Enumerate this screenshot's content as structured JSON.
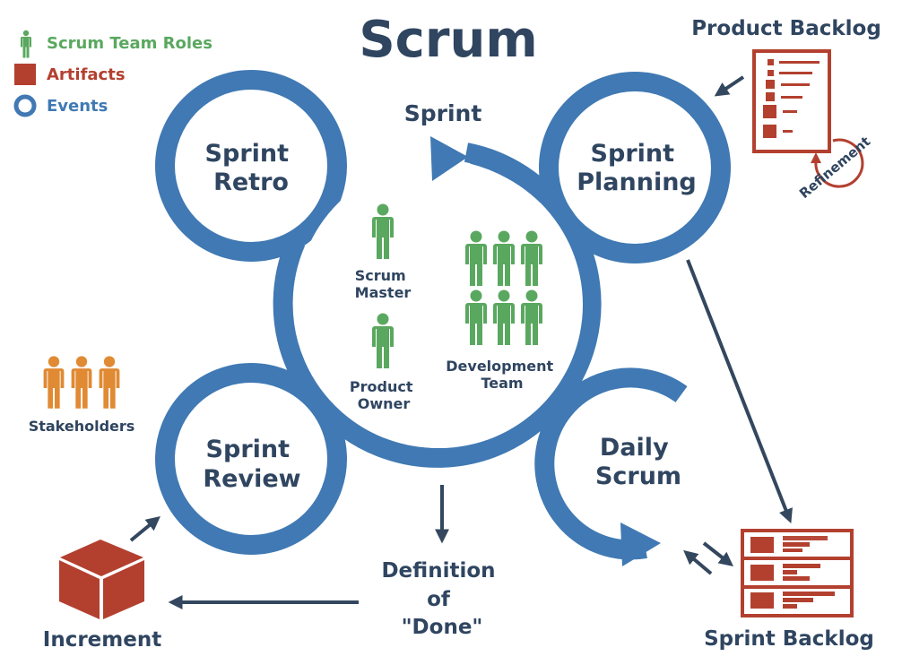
{
  "title": "Scrum",
  "colors": {
    "event": "#4079b3",
    "role": "#5aa85f",
    "artifact": "#b3402f",
    "stakeholder": "#e08a34",
    "text": "#2f4560",
    "arrow": "#33475e"
  },
  "legend": {
    "items": [
      {
        "label": "Scrum Team Roles",
        "icon": "person-icon",
        "color": "#5aa85f"
      },
      {
        "label": "Artifacts",
        "icon": "square-icon",
        "color": "#b3402f"
      },
      {
        "label": "Events",
        "icon": "ring-icon",
        "color": "#4079b3"
      }
    ]
  },
  "sprint": {
    "label": "Sprint"
  },
  "events": {
    "retro": {
      "line1": "Sprint",
      "line2": "Retro"
    },
    "planning": {
      "line1": "Sprint",
      "line2": "Planning"
    },
    "review": {
      "line1": "Sprint",
      "line2": "Review"
    },
    "daily": {
      "line1": "Daily",
      "line2": "Scrum"
    }
  },
  "roles": {
    "scrum_master": {
      "line1": "Scrum",
      "line2": "Master"
    },
    "product_owner": {
      "line1": "Product",
      "line2": "Owner"
    },
    "dev_team": {
      "line1": "Development",
      "line2": "Team"
    },
    "stakeholders": {
      "label": "Stakeholders"
    }
  },
  "artifacts": {
    "product_backlog": {
      "label": "Product Backlog",
      "refinement": "Refinement"
    },
    "sprint_backlog": {
      "label": "Sprint Backlog"
    },
    "increment": {
      "label": "Increment"
    }
  },
  "definition_of_done": {
    "line1": "Definition",
    "line2": "of",
    "line3": "\"Done\""
  }
}
